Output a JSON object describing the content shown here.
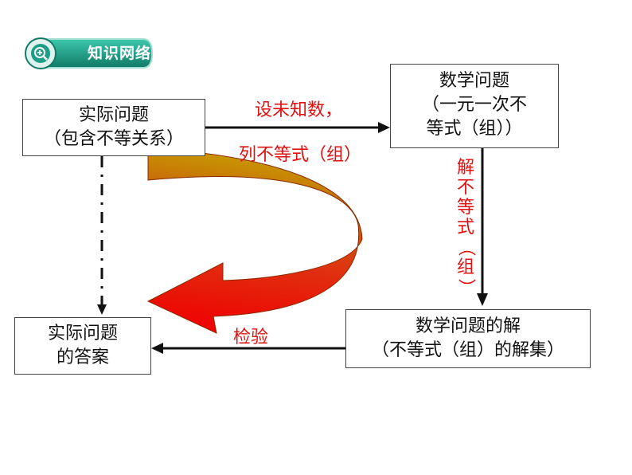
{
  "badge": {
    "label": "知识网络",
    "icon": "zoom-in-icon"
  },
  "boxes": {
    "real_problem": {
      "line1": "实际问题",
      "line2": "（包含不等关系）"
    },
    "math_problem": {
      "line1": "数学问题",
      "line2": "（一元一次不",
      "line3": "等式（组））"
    },
    "math_solution": {
      "line1": "数学问题的解",
      "line2": "（不等式（组）的解集）"
    },
    "real_answer": {
      "line1": "实际问题",
      "line2": "的答案"
    }
  },
  "labels": {
    "set_unknown": "设未知数，",
    "list_inequality": "列不等式（组）",
    "solve_vertical": [
      "解",
      "不",
      "等",
      "式",
      "（",
      "组",
      "）"
    ],
    "check": "检验"
  },
  "colors": {
    "accent_red": "#e01010",
    "badge_green": "#1e9e86",
    "arrow_line": "#111111"
  }
}
